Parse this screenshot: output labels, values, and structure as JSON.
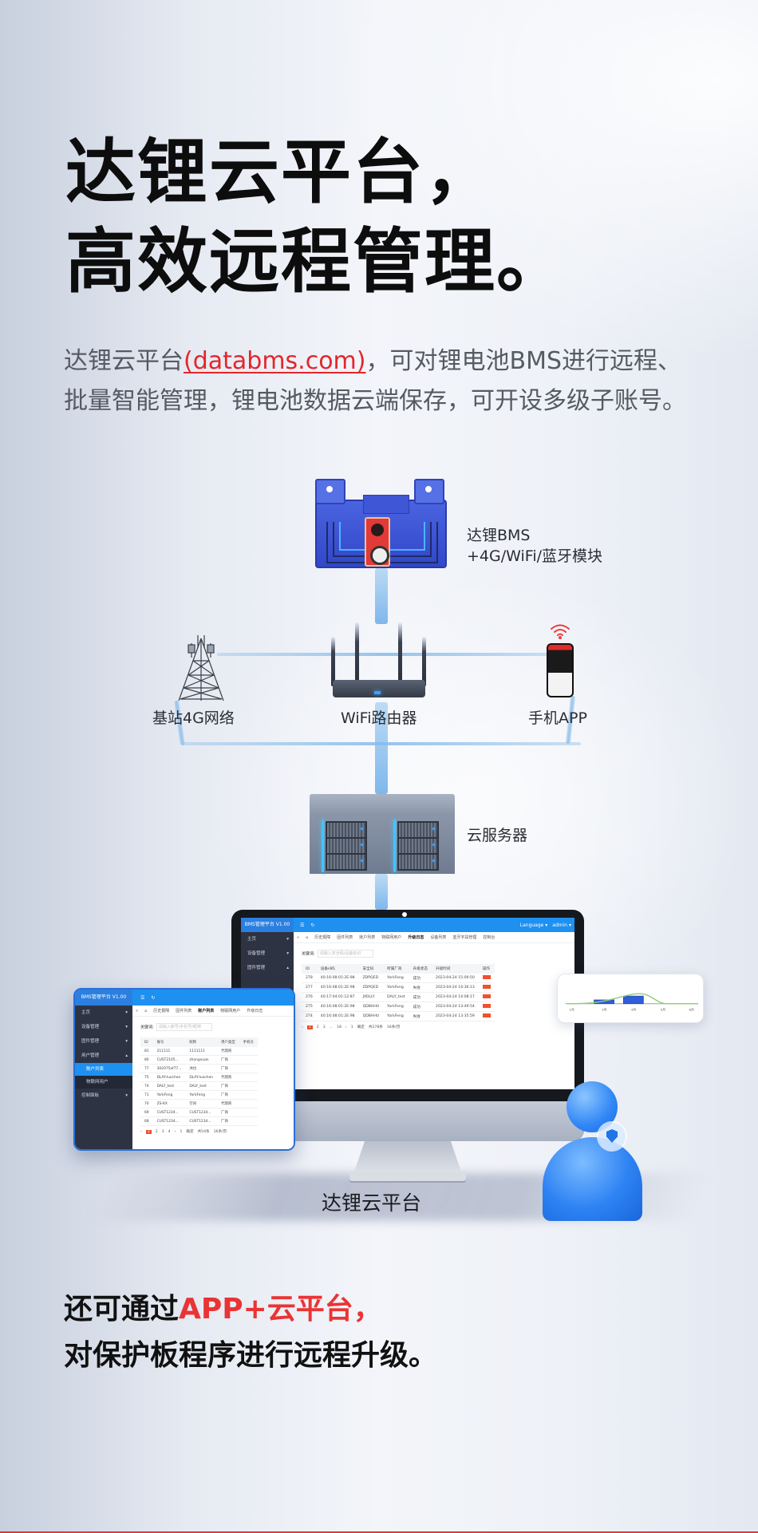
{
  "headline": {
    "line1": "达锂云平台，",
    "line2": "高效远程管理。"
  },
  "intro": {
    "before": "达锂云平台",
    "link": "(databms.com)",
    "after": "，可对锂电池BMS进行远程、批量智能管理，锂电池数据云端保存，可开设多级子账号。"
  },
  "diagram": {
    "bms_label_line1": "达锂BMS",
    "bms_label_line2": "+4G/WiFi/蓝牙模块",
    "tower_label": "基站4G网络",
    "router_label": "WiFi路由器",
    "phone_label": "手机APP",
    "server_label": "云服务器",
    "platform_label": "达锂云平台"
  },
  "dashboard": {
    "brand": "BMS管理平台 V1.00",
    "top_right": [
      "Language ▾",
      "admin ▾"
    ],
    "sidebar": [
      {
        "label": "主页",
        "state": "collapsed"
      },
      {
        "label": "设备管理",
        "state": "collapsed"
      },
      {
        "label": "固件管理",
        "state": "expanded"
      }
    ],
    "tabs": [
      "历史报障",
      "固件列表",
      "账户列表",
      "物联网用户",
      "升级日志",
      "设备列表",
      "蓝牙字段管理",
      "控制台"
    ],
    "active_tab": "升级日志",
    "keyword_label": "关键词:",
    "keyword_placeholder": "请输入安全码/设备标识",
    "columns": [
      "ID",
      "设备id码",
      "安全码",
      "所属厂商",
      "升级状态",
      "升级时间",
      "操作"
    ],
    "rows": [
      [
        "278",
        "40:16:08:01:2E:98",
        "ZDPQED",
        "YorkFeng",
        "成功",
        "2023-04-24 15:09:50"
      ],
      [
        "277",
        "40:16:08:01:2E:98",
        "ZDPQED",
        "YorkFeng",
        "失败",
        "2023-04-24 14:36:13"
      ],
      [
        "276",
        "40:17:04:01:12:87",
        "JXOLLY",
        "DALY_test",
        "成功",
        "2023-04-24 14:08:17"
      ],
      [
        "275",
        "40:16:08:01:2E:98",
        "QDBHHU",
        "YorkFeng",
        "成功",
        "2023-04-24 13:49:54"
      ],
      [
        "274",
        "40:16:08:01:2E:98",
        "QDBHHU",
        "YorkFeng",
        "失败",
        "2023-04-24 13:35:59"
      ]
    ],
    "pager": {
      "pages": [
        "1",
        "2",
        "3",
        "...",
        "18"
      ],
      "goto": "1",
      "confirm": "确定",
      "total": "共278条",
      "size": "16条/页"
    }
  },
  "panel": {
    "brand": "BMS管理平台 V1.00",
    "sidebar": [
      {
        "label": "主页"
      },
      {
        "label": "设备管理"
      },
      {
        "label": "固件管理"
      },
      {
        "label": "用户管理",
        "state": "expanded"
      }
    ],
    "sub_items": [
      {
        "label": "账户列表",
        "active": true
      },
      {
        "label": "物联网用户",
        "active": false
      }
    ],
    "extra_item": "控制面板",
    "tabs": [
      "历史报障",
      "固件列表",
      "账户列表",
      "物联网用户",
      "升级日志"
    ],
    "active_tab": "账户列表",
    "keyword_label": "关键词:",
    "keyword_placeholder": "请输入账号/手机号/昵称",
    "columns": [
      "ID",
      "账号",
      "昵称",
      "用户类型",
      "手机号"
    ],
    "rows": [
      [
        "81",
        "211111",
        "1111111",
        "代理商",
        ""
      ],
      [
        "80",
        "CUST2105...",
        "zhongxuan",
        "厂商",
        ""
      ],
      [
        "77",
        "302075af77...",
        "沐也",
        "厂商",
        ""
      ],
      [
        "75",
        "DLAY-luochen",
        "DLAY-luochen",
        "代理商",
        ""
      ],
      [
        "74",
        "DALY_test",
        "DALY_test",
        "厂商",
        ""
      ],
      [
        "71",
        "YorkFeng",
        "YorkFeng",
        "厂商",
        ""
      ],
      [
        "70",
        "ZS-KX",
        "空间",
        "代理商",
        ""
      ],
      [
        "69",
        "CUST1234...",
        "CUST1234...",
        "厂商",
        ""
      ],
      [
        "68",
        "CUST1234...",
        "CUST1234...",
        "厂商",
        ""
      ]
    ],
    "pager": {
      "pages": [
        "1",
        "2",
        "3",
        "4"
      ],
      "goto": "1",
      "confirm": "确定",
      "total": "共54条",
      "size": "16条/页"
    }
  },
  "chart_card": {
    "x_labels": [
      "1月",
      "3月",
      "4月",
      "5月",
      "6月"
    ]
  },
  "closing": {
    "line1_before": "还可通过",
    "line1_highlight": "APP+云平台，",
    "line2": "对保护板程序进行远程升级。"
  },
  "colors": {
    "accent_red": "#e3262b",
    "dashboard_blue": "#1e90f0",
    "sidebar_dark": "#2d3342",
    "delete_orange": "#f0502e"
  }
}
